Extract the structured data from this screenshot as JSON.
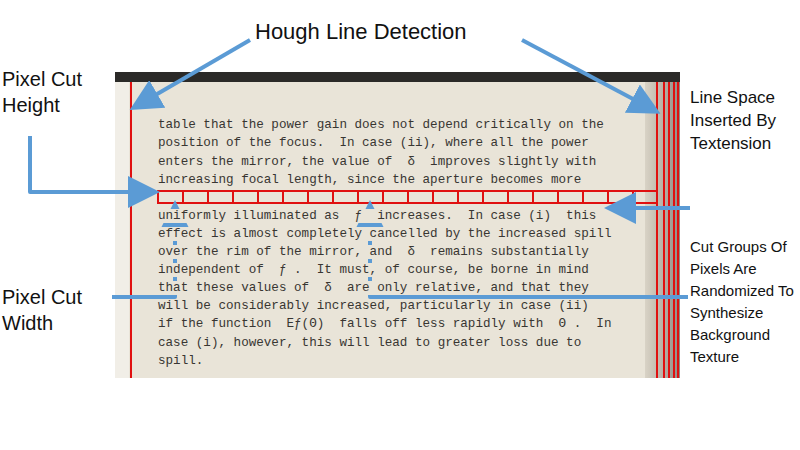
{
  "diagram": {
    "labels": [
      "Hough Line Detection",
      "Pixel Cut Height",
      "Line Space Inserted By Textension",
      "Pixel Cut Width",
      "Cut Groups Of Pixels Are Randomized To Synthesize Background Texture",
      "table that the power gain does not depend critically on the",
      "position of the focus.  In case (ii), where all the power",
      "enters the mirror, the value of  δ  improves slightly with",
      "increasing focal length, since the aperture becomes more",
      "uniformly illuminated as  ƒ  increases.  In case (i)  this",
      "effect is almost completely cancelled by the increased spill",
      "over the rim of the mirror, and  δ  remains substantially",
      "independent of  ƒ .  It must, of course, be borne in mind",
      "that these values of  δ  are only relative, and that they",
      "will be considerably increased, particularly in case (ii)",
      "if the function  Eƒ(Θ)  falls off less rapidly with  Θ .  In",
      "case (i), however, this will lead to greater loss due to",
      "spill."
    ]
  }
}
